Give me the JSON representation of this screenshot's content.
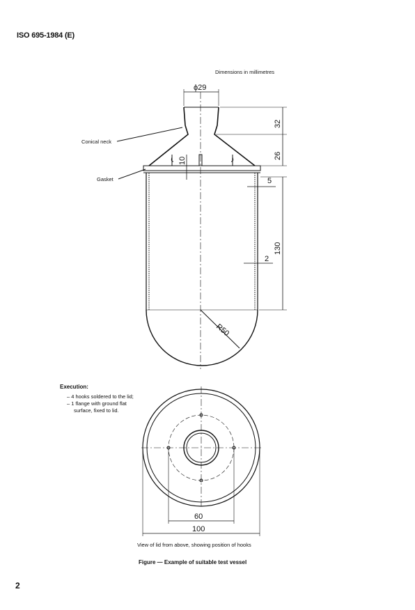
{
  "header": {
    "standard": "ISO 695-1984 (E)"
  },
  "units_note": "Dimensions in millimetres",
  "labels": {
    "conical_neck": "Conical neck",
    "gasket": "Gasket"
  },
  "dimensions": {
    "neck_diameter": "ϕ29",
    "neck_height": "32",
    "cone_height": "26",
    "hook_height": "10",
    "flange_width": "5",
    "body_height": "130",
    "wall_thickness": "2",
    "bottom_radius": "R50",
    "hook_spacing": "60",
    "lid_diameter": "100"
  },
  "execution": {
    "title": "Execution:",
    "items": [
      "– 4 hooks soldered to the lid;",
      "– 1 flange with ground flat",
      "surface, fixed to lid."
    ]
  },
  "view_caption": "View of lid from above, showing position of hooks",
  "figure_caption": "Figure — Example of suitable test vessel",
  "page_number": "2"
}
